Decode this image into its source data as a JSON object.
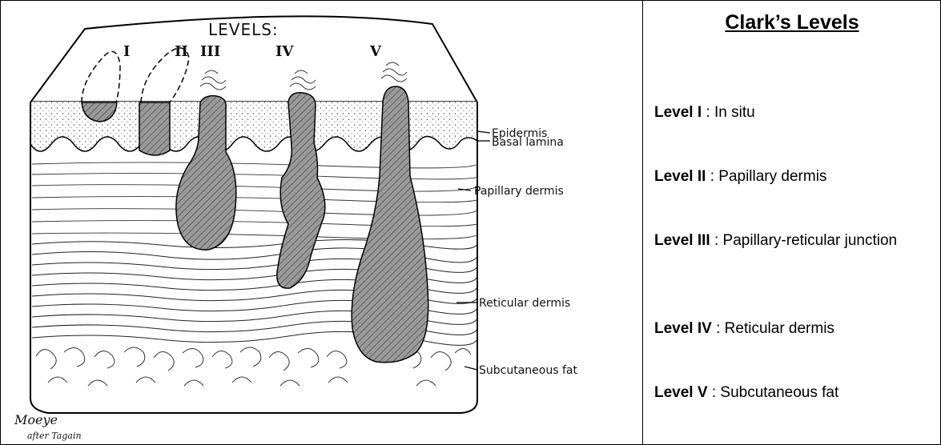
{
  "figure": {
    "header": "LEVELS:",
    "numerals": [
      "I",
      "II",
      "III",
      "IV",
      "V"
    ],
    "layers": [
      "Epidermis",
      "Basal lamina",
      "Papillary dermis",
      "Reticular dermis",
      "Subcutaneous fat"
    ],
    "signature_line1": "Moeye",
    "signature_line2": "after Tagain"
  },
  "panel": {
    "title": "Clark’s Levels",
    "levels": [
      {
        "label": "Level I",
        "sep": " : ",
        "desc": "In situ"
      },
      {
        "label": "Level II",
        "sep": " : ",
        "desc": "Papillary dermis"
      },
      {
        "label": "Level III",
        "sep": " : ",
        "desc": "Papillary-reticular junction"
      },
      {
        "label": "Level IV",
        "sep": " : ",
        "desc": "Reticular dermis"
      },
      {
        "label": "Level V",
        "sep": " : ",
        "desc": "Subcutaneous fat"
      }
    ]
  }
}
